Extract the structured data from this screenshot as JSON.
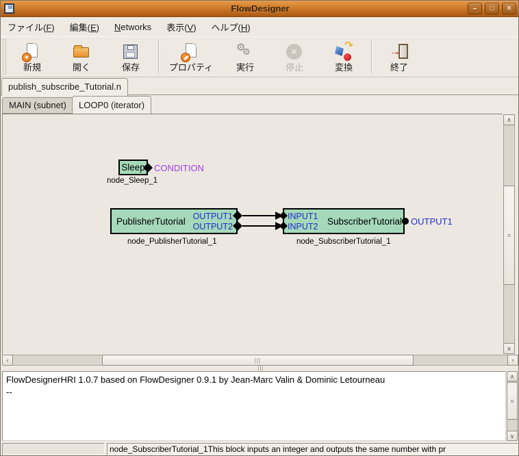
{
  "window": {
    "title": "FlowDesigner",
    "controls": {
      "minimize": "–",
      "maximize": "□",
      "close": "✕"
    }
  },
  "menubar": {
    "items": [
      {
        "pre": "ファイル(",
        "key": "F",
        "post": ")"
      },
      {
        "pre": "編集(",
        "key": "E",
        "post": ")"
      },
      {
        "pre": "",
        "key": "N",
        "post": "etworks"
      },
      {
        "pre": "表示(",
        "key": "V",
        "post": ")"
      },
      {
        "pre": "ヘルプ(",
        "key": "H",
        "post": ")"
      }
    ]
  },
  "toolbar": {
    "buttons": [
      {
        "label": "新規",
        "icon": "new-document-icon"
      },
      {
        "label": "開く",
        "icon": "open-folder-icon"
      },
      {
        "label": "保存",
        "icon": "save-floppy-icon"
      },
      {
        "label": "プロパティ",
        "icon": "properties-wrench-icon"
      },
      {
        "label": "実行",
        "icon": "run-gears-icon"
      },
      {
        "label": "停止",
        "icon": "stop-icon",
        "disabled": true
      },
      {
        "label": "変換",
        "icon": "convert-icon"
      },
      {
        "label": "終了",
        "icon": "exit-door-icon"
      }
    ],
    "glyphs": {
      "new_star": "✷",
      "gear": "⚙",
      "stop_x": "✕",
      "convert_arrow": "↷",
      "exit_arrow": "→"
    }
  },
  "tabs": {
    "document_tab": "publish_subscribe_Tutorial.n",
    "subnet_tabs": [
      {
        "label": "MAIN (subnet)",
        "active": false
      },
      {
        "label": "LOOP0 (iterator)",
        "active": true
      }
    ]
  },
  "canvas": {
    "nodes": [
      {
        "name": "Sleep",
        "instance": "node_Sleep_1",
        "outputs": [
          "CONDITION"
        ]
      },
      {
        "name": "PublisherTutorial",
        "instance": "node_PublisherTutorial_1",
        "outputs": [
          "OUTPUT1",
          "OUTPUT2"
        ]
      },
      {
        "name": "SubscriberTutorial",
        "instance": "node_SubscriberTutorial_1",
        "inputs": [
          "INPUT1",
          "INPUT2"
        ],
        "outputs": [
          "OUTPUT1"
        ]
      }
    ],
    "colors": {
      "node_fill": "#a5d9ba",
      "node_border": "#000000",
      "port_text": "#1f2dce",
      "condition_text": "#a53ae3",
      "canvas_bg": "#ece8e1"
    }
  },
  "scrollbars": {
    "left": "‹",
    "right": "›",
    "up": "∧",
    "down": "∨",
    "h_grip": "|||",
    "v_grip": "≡",
    "splitter_grip": "|||"
  },
  "console": {
    "lines": [
      "FlowDesignerHRI 1.0.7 based on FlowDesigner 0.9.1 by Jean-Marc Valin & Dominic Letourneau",
      "--"
    ]
  },
  "statusbar": {
    "left_text": "",
    "right_text": "node_SubscriberTutorial_1This block inputs an integer and outputs the same number with pr"
  },
  "theme": {
    "titlebar_orange": "#d07d2a",
    "chrome_bg": "#eeeae3",
    "accent_orange": "#e87818"
  }
}
